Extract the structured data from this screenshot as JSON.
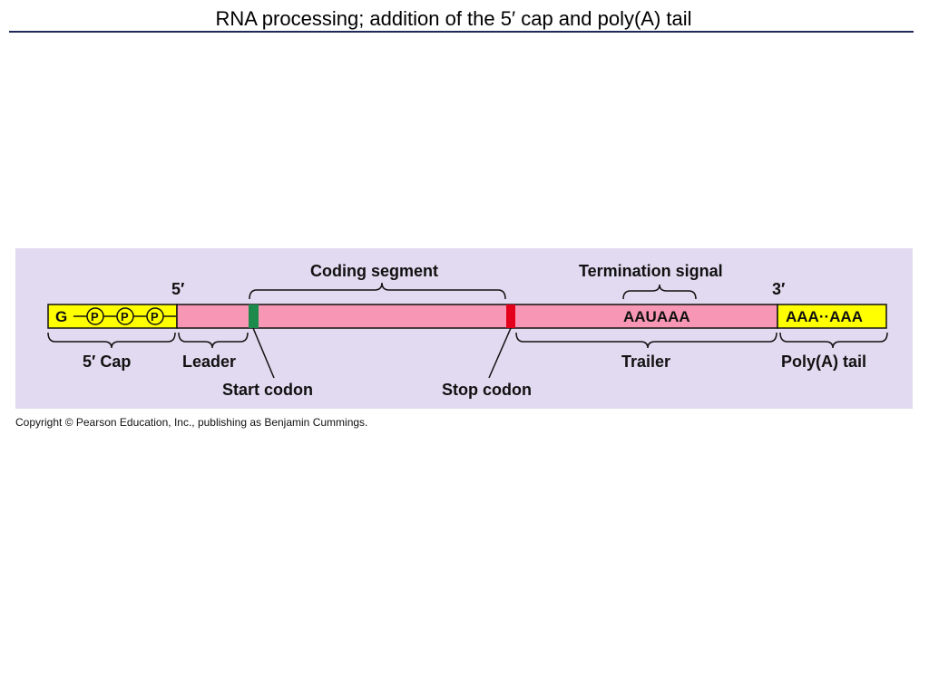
{
  "page": {
    "title": "RNA processing; addition of the 5′ cap and poly(A) tail",
    "copyright": "Copyright © Pearson Education, Inc., publishing as Benjamin Cummings."
  },
  "diagram": {
    "top_labels": {
      "five_prime": "5′",
      "coding_segment": "Coding segment",
      "termination_signal": "Termination signal",
      "three_prime": "3′"
    },
    "strand": {
      "cap_g": "G",
      "phosphate": "P",
      "termination_sequence": "AAUAAA",
      "poly_a_sequence": "AAA··AAA"
    },
    "bottom_labels": {
      "five_prime_cap": "5′ Cap",
      "leader": "Leader",
      "start_codon": "Start codon",
      "stop_codon": "Stop codon",
      "trailer": "Trailer",
      "poly_a_tail": "Poly(A) tail"
    },
    "colors": {
      "panel": "#e2daf0",
      "cap_and_tail": "#ffff00",
      "mrna_body": "#f797b5",
      "start_codon": "#1b8a4a",
      "stop_codon": "#e4001b"
    }
  }
}
